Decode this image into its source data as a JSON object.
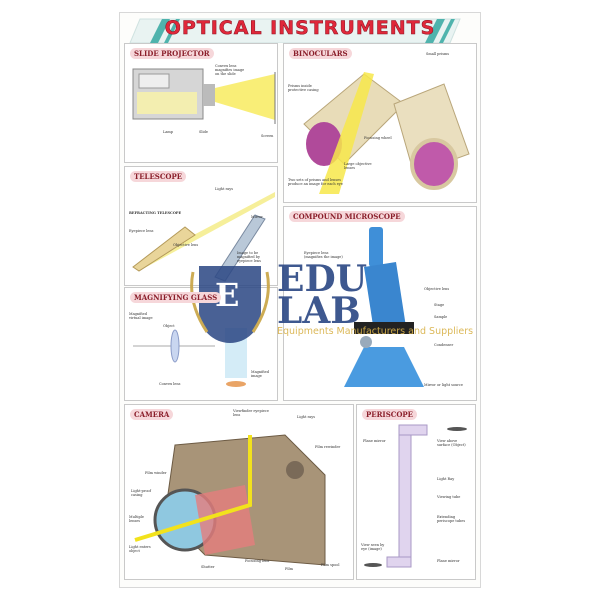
{
  "poster": {
    "title": "OPTICAL INSTRUMENTS",
    "sections": {
      "slide_projector": {
        "title": "SLIDE PROJECTOR",
        "labels": [
          "Convex lens magnifies image on the slide",
          "Lamp",
          "Slide",
          "Screen"
        ]
      },
      "binoculars": {
        "title": "BINOCULARS",
        "labels": [
          "Small prisms",
          "Prisms inside protective casing",
          "Focusing wheel",
          "Large objective lenses",
          "Two sets of prisms and lenses produce an image for each eye"
        ]
      },
      "telescope": {
        "title": "TELESCOPE",
        "labels": [
          "REFRACTING TELESCOPE",
          "Light rays",
          "Eyepiece lens",
          "Mirror",
          "Objective lens",
          "Image to be magnified by eyepiece lens"
        ]
      },
      "magnifying_glass": {
        "title": "MAGNIFYING GLASS",
        "labels": [
          "Magnified virtual image",
          "Object",
          "Convex lens",
          "Magnified image"
        ]
      },
      "compound_microscope": {
        "title": "COMPOUND MICROSCOPE",
        "labels": [
          "Eyepiece lens (magnifies the image)",
          "Objective lens",
          "Stage",
          "Sample",
          "Condenser",
          "Mirror or light source"
        ]
      },
      "camera": {
        "title": "CAMERA",
        "labels": [
          "Viewfinder eyepiece lens",
          "Light rays",
          "Film rewinder",
          "Film winder",
          "Light-proof casing",
          "Multiple lenses",
          "Light enters object",
          "Shutter",
          "Focusing lens",
          "Film",
          "Film spool"
        ]
      },
      "periscope": {
        "title": "PERISCOPE",
        "labels": [
          "Plane mirror",
          "View above surface (Object)",
          "Light Ray",
          "Viewing tube",
          "Extending periscope tubes",
          "View seen by eye (image)",
          "Plane mirror"
        ]
      }
    }
  },
  "watermark": {
    "line1": "EDU",
    "line2": "LAB",
    "emblem_letter": "E",
    "tagline": "Equipments Manufacturers and Suppliers"
  },
  "colors": {
    "title": "#e0283a",
    "watermark_blue": "#2e4a86",
    "watermark_gold": "#d9b24a",
    "light_ray": "#f7e84a"
  }
}
